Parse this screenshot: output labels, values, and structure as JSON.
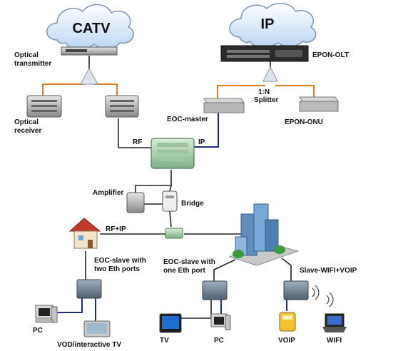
{
  "clouds": {
    "catv": "CATV",
    "ip": "IP"
  },
  "labels": {
    "optical_transmitter_1": "Optical",
    "optical_transmitter_2": "transmitter",
    "epon_olt": "EPON-OLT",
    "splitter_1": "1:N",
    "splitter_2": "Splitter",
    "optical_receiver_1": "Optical",
    "optical_receiver_2": "receiver",
    "eoc_master": "EOC-master",
    "epon_onu": "EPON-ONU",
    "rf": "RF",
    "ip": "IP",
    "amplifier": "Amplifier",
    "bridge": "Bridge",
    "rf_ip": "RF+IP",
    "eoc_slave_two_1": "EOC-slave with",
    "eoc_slave_two_2": "two Eth ports",
    "eoc_slave_one_1": "EOC-slave with",
    "eoc_slave_one_2": "one Eth port",
    "slave_wifi_voip": "Slave-WIFI+VOIP",
    "pc_left": "PC",
    "vod_tv": "VOD/interactive TV",
    "tv": "TV",
    "pc_mid": "PC",
    "voip": "VOIP",
    "wifi": "WIFI"
  },
  "colors": {
    "orange": "#e07b1f",
    "blue": "#1d2b8f",
    "black": "#222222"
  }
}
